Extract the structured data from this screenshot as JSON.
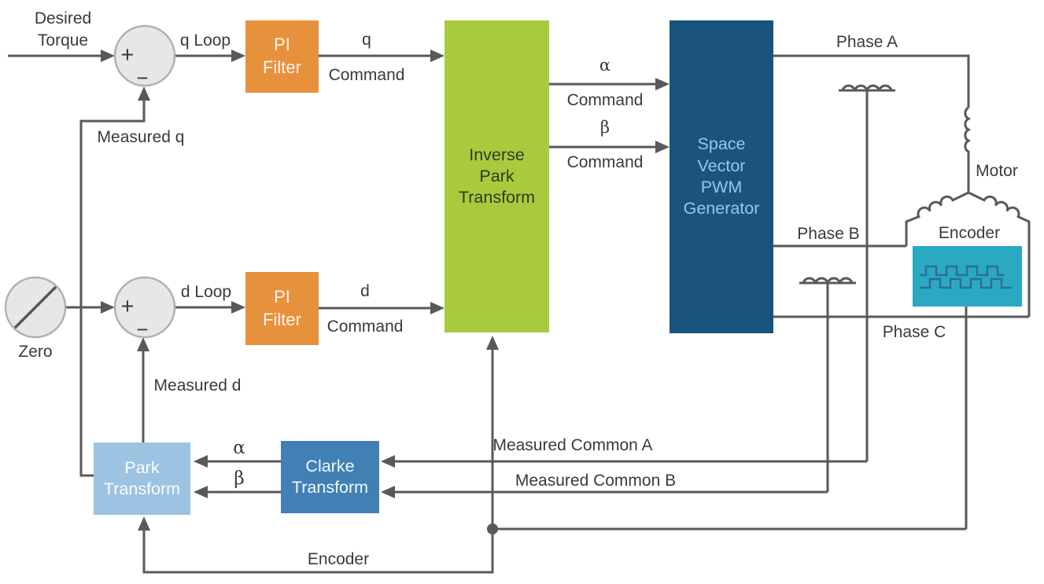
{
  "blocks": {
    "pi_filter_q": "PI\nFilter",
    "pi_filter_d": "PI\nFilter",
    "inverse_park": "Inverse\nPark\nTransform",
    "svpwm": "Space\nVector\nPWM\nGenerator",
    "park": "Park\nTransform",
    "clarke": "Clarke\nTransform"
  },
  "labels": {
    "desired_torque": "Desired\nTorque",
    "q_loop": "q Loop",
    "measured_q": "Measured q",
    "d_loop": "d Loop",
    "measured_d": "Measured d",
    "zero": "Zero",
    "phase_a": "Phase A",
    "phase_b": "Phase B",
    "phase_c": "Phase C",
    "motor": "Motor",
    "encoder_machine": "Encoder",
    "encoder_feedback": "Encoder",
    "measured_common_a": "Measured Common A",
    "measured_common_b": "Measured Common B",
    "alpha": "α",
    "beta": "β"
  },
  "commands": {
    "q": {
      "letter": "q",
      "word": "Command"
    },
    "d": {
      "letter": "d",
      "word": "Command"
    },
    "alpha": {
      "letter": "α",
      "word": "Command"
    },
    "beta": {
      "letter": "β",
      "word": "Command"
    }
  },
  "sum_junctions": {
    "plus": "+",
    "minus": "−"
  },
  "colors": {
    "line": "#58595B",
    "text": "#3A3A3C",
    "pi_filter": "#E8913D",
    "inverse_park": "#A8CB3D",
    "svpwm_fill": "#19547F",
    "svpwm_text": "#8FCAE7",
    "clarke": "#4180B5",
    "park": "#9CC3E1",
    "encoder": "#2AA9C2",
    "encoder_wave": "#2E6E95"
  }
}
